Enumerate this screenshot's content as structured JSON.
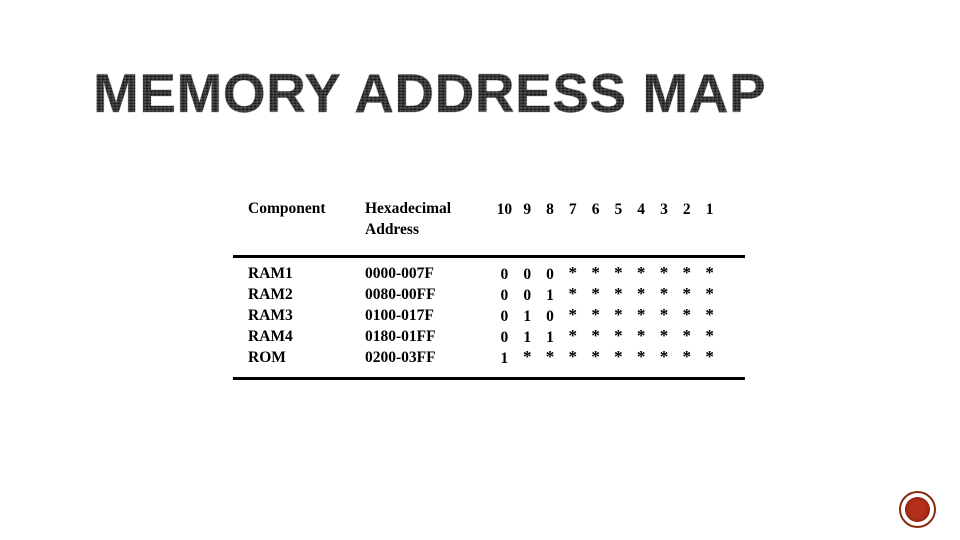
{
  "slide": {
    "title": "MEMORY ADDRESS MAP",
    "background_color": "#ffffff",
    "title_color": "#1a1a1a",
    "accent_color": "#b4301a"
  },
  "table": {
    "headers": {
      "component": "Component",
      "address_line1": "Hexadecimal",
      "address_line2": "Address"
    },
    "bit_headers": [
      "10",
      "9",
      "8",
      "7",
      "6",
      "5",
      "4",
      "3",
      "2",
      "1"
    ],
    "rows": [
      {
        "component": "RAM1",
        "address": "0000-007F",
        "bits": [
          "0",
          "0",
          "0",
          "*",
          "*",
          "*",
          "*",
          "*",
          "*",
          "*"
        ]
      },
      {
        "component": "RAM2",
        "address": "0080-00FF",
        "bits": [
          "0",
          "0",
          "1",
          "*",
          "*",
          "*",
          "*",
          "*",
          "*",
          "*"
        ]
      },
      {
        "component": "RAM3",
        "address": "0100-017F",
        "bits": [
          "0",
          "1",
          "0",
          "*",
          "*",
          "*",
          "*",
          "*",
          "*",
          "*"
        ]
      },
      {
        "component": "RAM4",
        "address": "0180-01FF",
        "bits": [
          "0",
          "1",
          "1",
          "*",
          "*",
          "*",
          "*",
          "*",
          "*",
          "*"
        ]
      },
      {
        "component": "ROM",
        "address": "0200-03FF",
        "bits": [
          "1",
          "*",
          "*",
          "*",
          "*",
          "*",
          "*",
          "*",
          "*",
          "*"
        ]
      }
    ]
  },
  "decoration": {
    "bullet_name": "circle-bullet",
    "ring_color": "#8a2b10",
    "fill_color": "#b4301a"
  }
}
